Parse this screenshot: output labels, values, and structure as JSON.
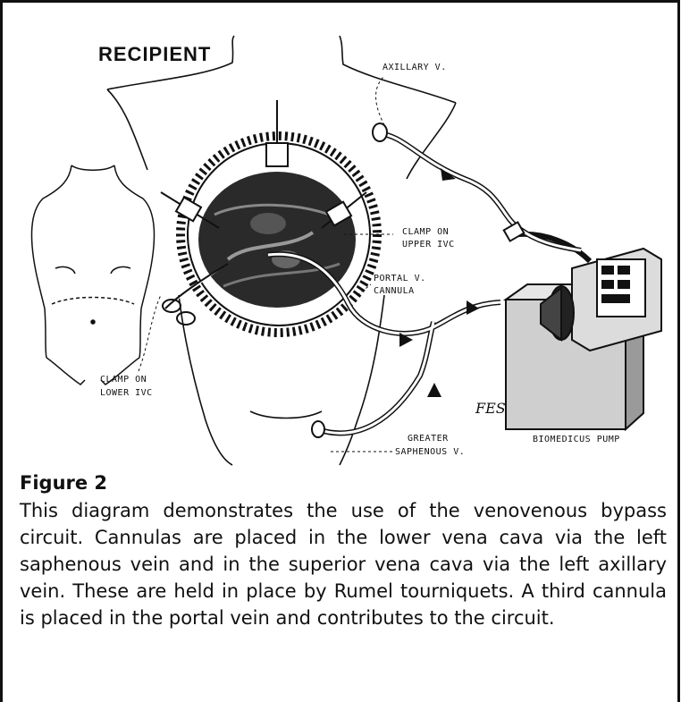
{
  "diagram": {
    "labels": {
      "recipient": "RECIPIENT",
      "axillary": "AXILLARY V.",
      "clamp_upper_1": "CLAMP ON",
      "clamp_upper_2": "UPPER IVC",
      "portal_1": "PORTAL V.",
      "portal_2": "CANNULA",
      "clamp_lower_1": "CLAMP ON",
      "clamp_lower_2": "LOWER IVC",
      "saphenous_1": "GREATER",
      "saphenous_2": "SAPHENOUS V.",
      "pump": "BIOMEDICUS PUMP",
      "signature": "FES"
    }
  },
  "caption": {
    "title": "Figure 2",
    "text": "This diagram demonstrates the use of the venovenous bypass circuit. Cannulas are placed in the lower vena cava via the left saphenous vein and in the superior vena cava via the left axillary vein. These are held in place by Rumel tourniquets. A third cannula is placed in the portal vein and contributes to the circuit."
  }
}
